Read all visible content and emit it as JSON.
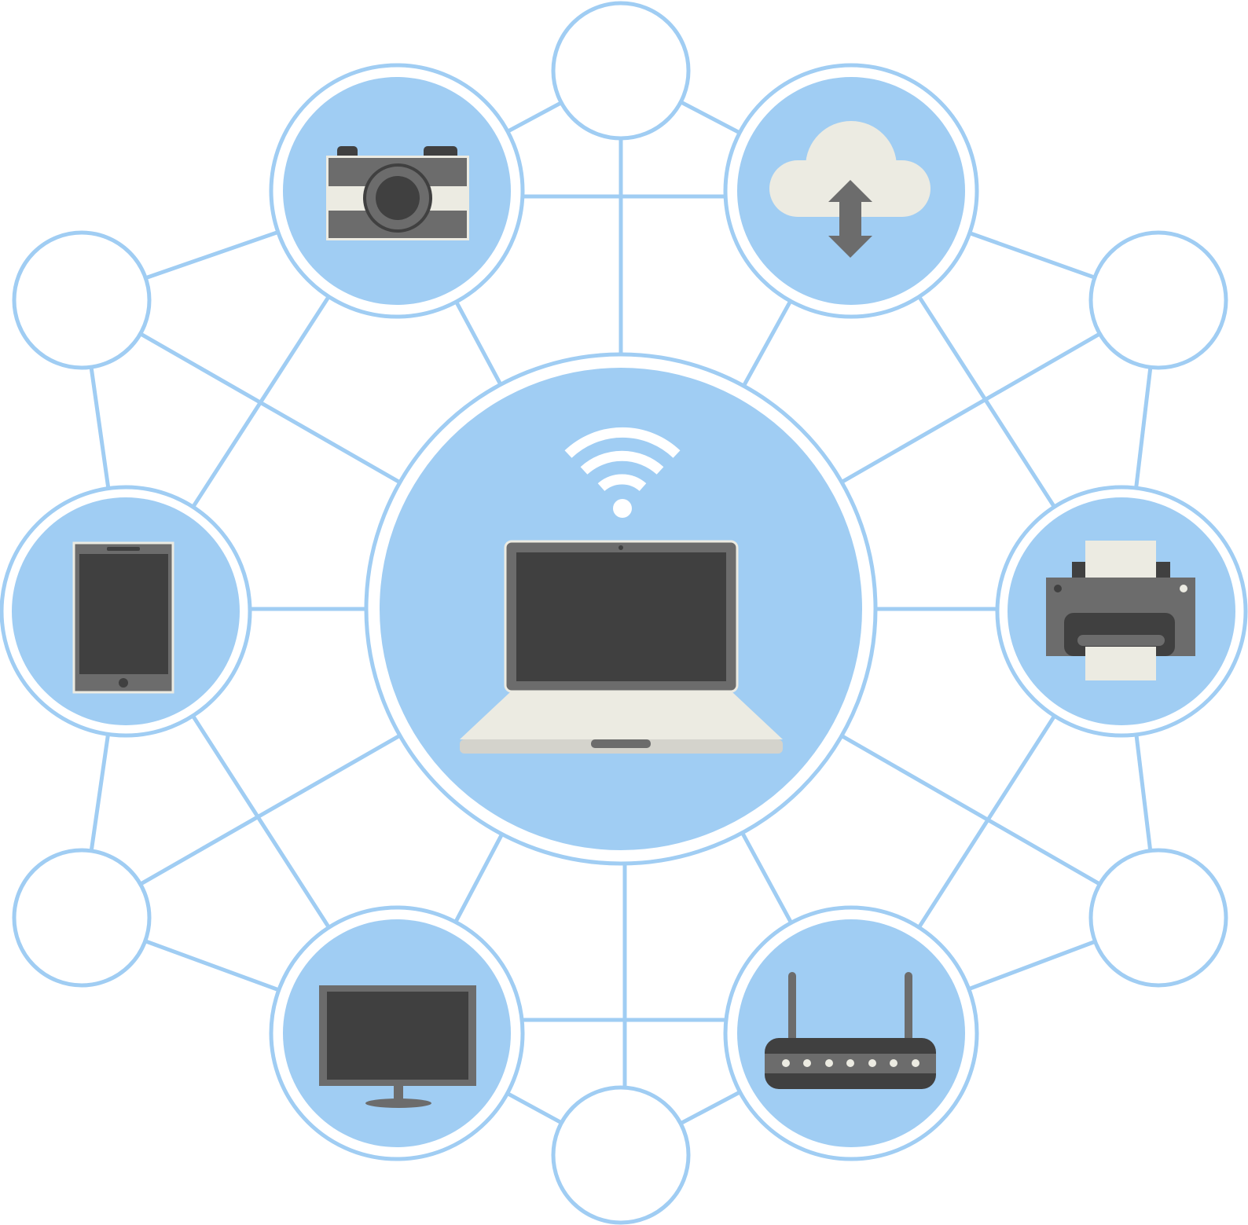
{
  "diagram": {
    "colors": {
      "link": "#a0cdf3",
      "node_fill": "#a0cdf3",
      "node_ring": "#ffffff",
      "device_dark": "#404040",
      "device_mid": "#6c6c6c",
      "device_light": "#ecebe2",
      "background": "#ffffff"
    },
    "hub": {
      "device": "laptop-icon",
      "signal": "wifi-icon"
    },
    "device_nodes": [
      {
        "id": "camera",
        "icon": "camera-icon"
      },
      {
        "id": "cloud",
        "icon": "cloud-upload-download-icon"
      },
      {
        "id": "tablet",
        "icon": "tablet-icon"
      },
      {
        "id": "printer",
        "icon": "printer-icon"
      },
      {
        "id": "monitor",
        "icon": "monitor-icon"
      },
      {
        "id": "router",
        "icon": "router-icon"
      }
    ],
    "empty_nodes": [
      "top",
      "upper-left",
      "upper-right",
      "lower-left",
      "lower-right",
      "bottom"
    ]
  }
}
